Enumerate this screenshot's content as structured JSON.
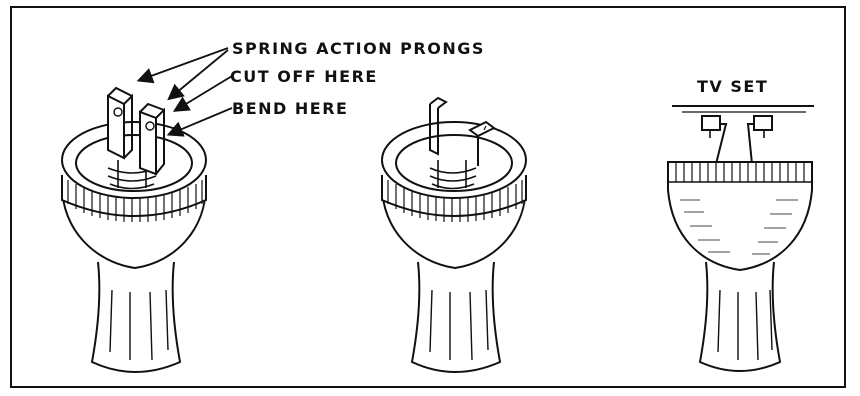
{
  "labels": {
    "spring_action_prongs": "SPRING ACTION PRONGS",
    "cut_off_here": "CUT OFF HERE",
    "bend_here": "BEND HERE",
    "tv_set": "TV SET"
  },
  "figures": [
    {
      "name": "original-plug"
    },
    {
      "name": "modified-plug"
    },
    {
      "name": "mounted-plug"
    }
  ]
}
